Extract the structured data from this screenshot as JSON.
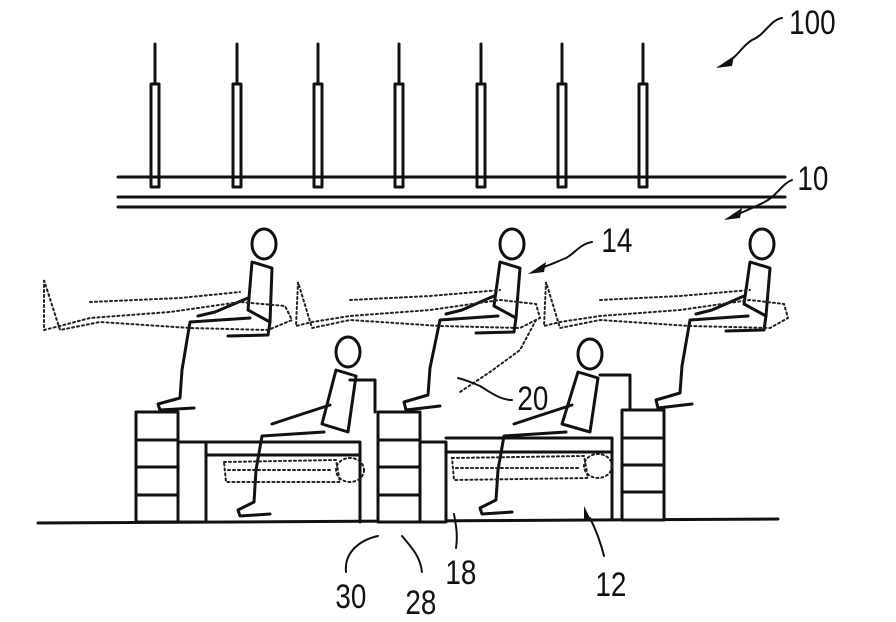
{
  "figure": {
    "labels": {
      "ref_100": "100",
      "ref_10": "10",
      "ref_14": "14",
      "ref_20": "20",
      "ref_30": "30",
      "ref_28": "28",
      "ref_18": "18",
      "ref_12": "12"
    },
    "colors": {
      "ink": "#111111",
      "background": "#ffffff"
    }
  }
}
